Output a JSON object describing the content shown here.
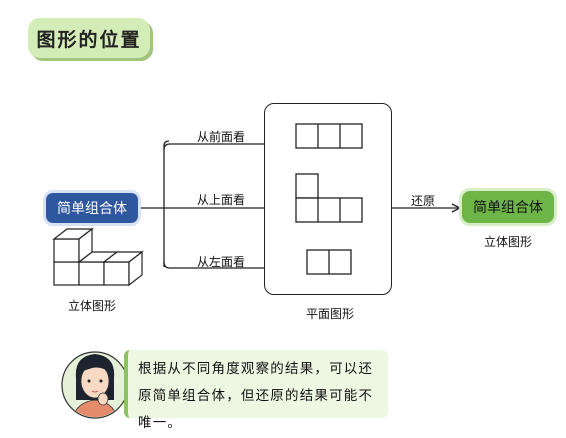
{
  "title": "图形的位置",
  "left_node": {
    "label": "简单组合体",
    "caption": "立体图形"
  },
  "views": [
    {
      "label": "从前面看"
    },
    {
      "label": "从上面看"
    },
    {
      "label": "从左面看"
    }
  ],
  "center_caption": "平面图形",
  "arrow_label": "还原",
  "right_node": {
    "label": "简单组合体",
    "caption": "立体图形"
  },
  "tip": "根据从不同角度观察的结果，可以还原简单组合体，但还原的结果可能不唯一。",
  "colors": {
    "title_bg": "#d4ecb7",
    "left_pill": "#2f57a0",
    "right_pill": "#6eb548",
    "speech_bg": "#eef7e2"
  }
}
